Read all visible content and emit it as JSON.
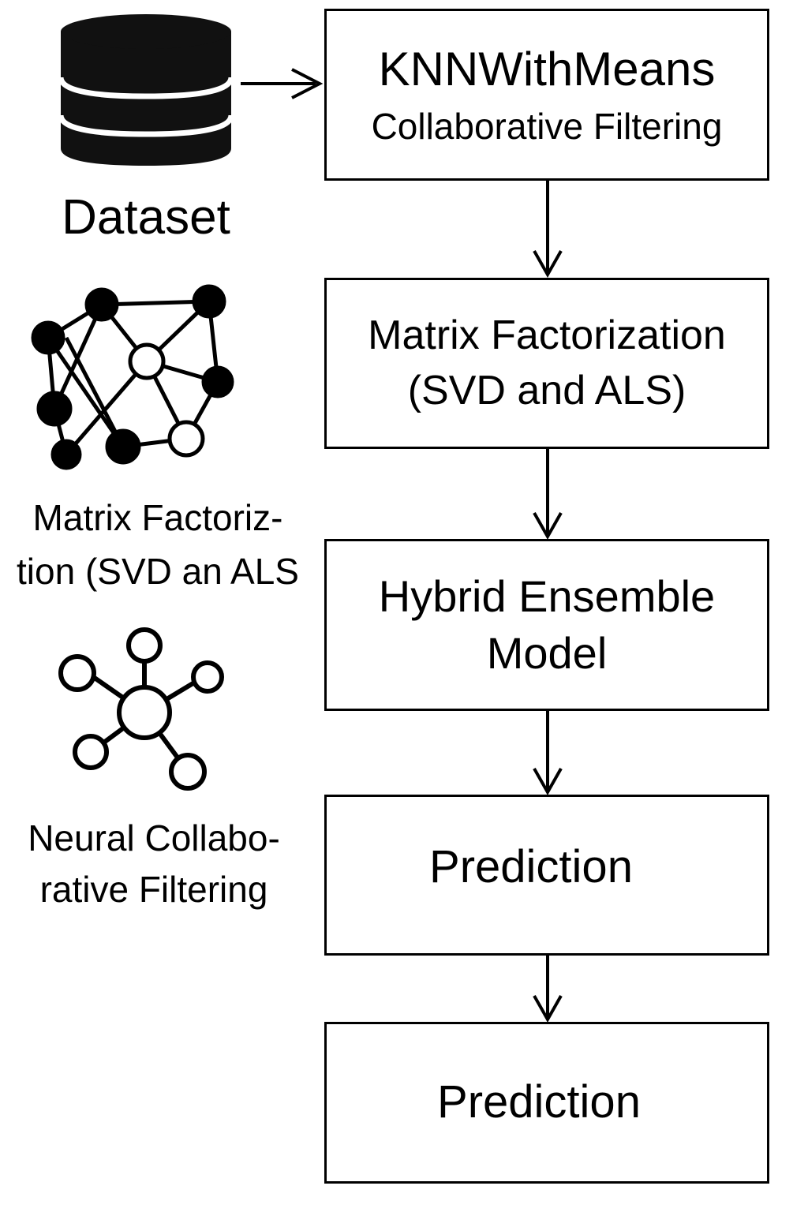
{
  "side_labels": {
    "dataset": "Dataset",
    "matrix_factorization": [
      "Matrix Factoriz-",
      "tion (SVD an ALS"
    ],
    "neural_cf": [
      "Neural Collabo-",
      "rative Filtering"
    ]
  },
  "pipeline": {
    "knn_box": [
      "KNNWithMeans",
      "Collaborative Filtering"
    ],
    "mf_box": [
      "Matrix Factorization",
      "(SVD and ALS)"
    ],
    "hybrid_box": [
      "Hybrid Ensemble",
      "Model"
    ],
    "prediction_box_1": "Prediction",
    "prediction_box_2": "Prediction"
  },
  "icons": {
    "dataset": "database-icon",
    "matrix_factorization": "network-graph-icon",
    "neural_cf": "hub-network-icon"
  },
  "colors": {
    "stroke": "#000000",
    "background": "#ffffff"
  }
}
